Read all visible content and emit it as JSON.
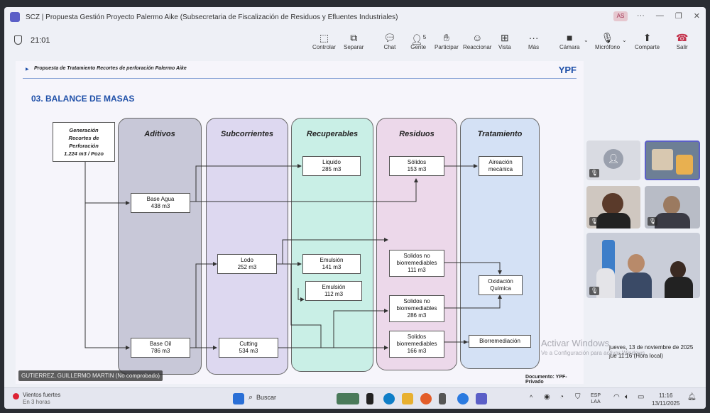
{
  "window": {
    "title": "SCZ | Propuesta Gestión Proyecto Palermo Aike (Subsecretaria de Fiscalización de Residuos y Efluentes Industriales)",
    "avatar_initials": "AS"
  },
  "toolbar": {
    "timer": "21:01",
    "buttons": [
      {
        "label": "Controlar",
        "icon": "control-icon"
      },
      {
        "label": "Separar",
        "icon": "popout-icon"
      },
      {
        "label": "Chat",
        "icon": "chat-icon"
      },
      {
        "label": "Gente",
        "icon": "people-icon",
        "badge": "5"
      },
      {
        "label": "Participar",
        "icon": "raise-hand-icon"
      },
      {
        "label": "Reaccionar",
        "icon": "emoji-icon"
      },
      {
        "label": "Vista",
        "icon": "view-icon"
      },
      {
        "label": "Más",
        "icon": "more-icon"
      },
      {
        "label": "Cámara",
        "icon": "camera-icon"
      },
      {
        "label": "Micrófono",
        "icon": "mic-off-icon"
      },
      {
        "label": "Comparte",
        "icon": "share-icon"
      },
      {
        "label": "Salir",
        "icon": "leave-icon"
      }
    ]
  },
  "slide": {
    "header_subtitle": "Propuesta de Tratamiento Recortes de perforación Palermo Aike",
    "brand": "YPF",
    "section_title": "03. BALANCE DE MASAS",
    "generation_box": [
      "Generación",
      "Recortes de",
      "Perforación",
      "1.224 m3 / Pozo"
    ],
    "columns": [
      {
        "title": "Aditivos",
        "color": "#c8c8d8"
      },
      {
        "title": "Subcorrientes",
        "color": "#ddd8f0"
      },
      {
        "title": "Recuperables",
        "color": "#c9efe6"
      },
      {
        "title": "Residuos",
        "color": "#ecd8ea"
      },
      {
        "title": "Tratamiento",
        "color": "#d4e1f5"
      }
    ],
    "boxes": {
      "base_agua": [
        "Base Agua",
        "438 m3"
      ],
      "base_oil": [
        "Base Oil",
        "786 m3"
      ],
      "lodo": [
        "Lodo",
        "252 m3"
      ],
      "cutting": [
        "Cutting",
        "534 m3"
      ],
      "liquido": [
        "Liquido",
        "285 m3"
      ],
      "emulsion_141": [
        "Emulsión",
        "141 m3"
      ],
      "emulsion_112": [
        "Emulsión",
        "112 m3"
      ],
      "solidos_153": [
        "Sólidos",
        "153 m3"
      ],
      "solidos_nobio_111": [
        "Solidos no",
        "biorremediables",
        "111 m3"
      ],
      "solidos_nobio_286": [
        "Solidos no",
        "biorremediables",
        "286 m3"
      ],
      "solidos_bio_166": [
        "Solidos",
        "biorremediables",
        "166 m3"
      ],
      "aireacion": [
        "Aireación",
        "mecánica"
      ],
      "oxidacion": [
        "Oxidación",
        "Química"
      ],
      "biorremediacion": [
        "Biorremediación"
      ]
    },
    "doc_label": "Documento: YPF-Privado"
  },
  "presenter_name": "GUTIERREZ, GUILLERMO MARTIN (No comprobado)",
  "activation": {
    "line1": "Activar Windows",
    "line2": "Ve a Configuración para activar Windows."
  },
  "taskbar": {
    "weather_title": "Vientos fuertes",
    "weather_sub": "En 3 horas",
    "search_placeholder": "Buscar",
    "lang_1": "ESP",
    "lang_2": "LAA",
    "time": "11:16",
    "date": "13/11/2025",
    "tooltip_date": "jueves, 13 de noviembre de 2025",
    "tooltip_time": "jue 11:16 (Hora local)"
  }
}
